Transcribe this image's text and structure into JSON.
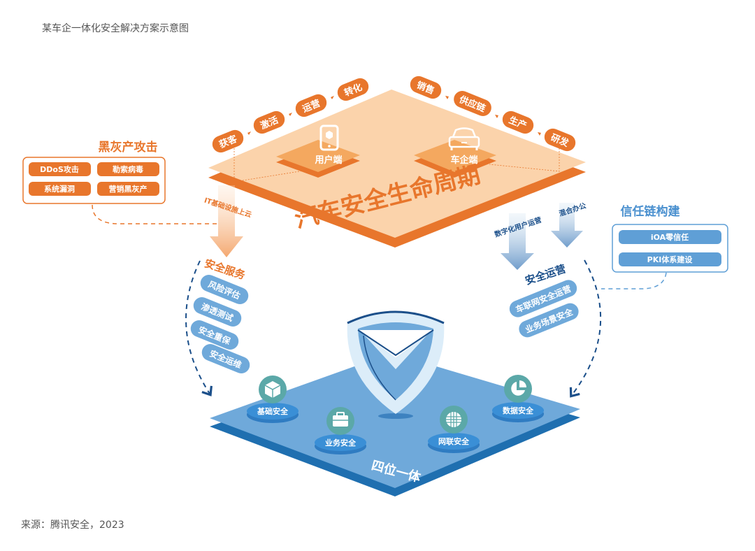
{
  "caption": "某车企一体化安全解决方案示意图",
  "source": "来源：腾讯安全，2023",
  "colors": {
    "orange_dark": "#e8762c",
    "orange_mid": "#f4a85f",
    "orange_light": "#fbd3ab",
    "blue_dark": "#1f6fb0",
    "blue_mid": "#5f9fd6",
    "blue_light": "#7fb3e0",
    "teal": "#5ba8a8",
    "navy": "#1b4f8a"
  },
  "lifecycle": {
    "title": "汽车安全生命周期",
    "user_end": {
      "label": "用户端",
      "icon": "phone-icon"
    },
    "car_end": {
      "label": "车企端",
      "icon": "car-icon"
    },
    "user_steps": [
      "获客",
      "激活",
      "运营",
      "转化"
    ],
    "car_steps": [
      "销售",
      "供应链",
      "生产",
      "研发"
    ]
  },
  "threats": {
    "title": "黑灰产攻击",
    "items": [
      "DDoS攻击",
      "勒索病毒",
      "系统漏洞",
      "营销黑灰产"
    ]
  },
  "trust": {
    "title": "信任链构建",
    "items": [
      "iOA零信任",
      "PKI体系建设"
    ]
  },
  "arrows": {
    "cloud": "IT基础设施上云",
    "digital_ops": "数字化用户运营",
    "hybrid_office": "混合办公"
  },
  "security_service": {
    "title": "安全服务",
    "items": [
      "风险评估",
      "渗透测试",
      "安全重保",
      "安全运维"
    ]
  },
  "security_ops": {
    "title": "安全运营",
    "items": [
      "车联网安全运营",
      "业务场景安全"
    ]
  },
  "platform": {
    "title": "四位一体",
    "nodes": [
      {
        "label": "基础安全",
        "icon": "cube-icon"
      },
      {
        "label": "业务安全",
        "icon": "briefcase-icon"
      },
      {
        "label": "网联安全",
        "icon": "globe-icon"
      },
      {
        "label": "数据安全",
        "icon": "pie-chart-icon"
      }
    ],
    "center_icon": "shield-icon"
  }
}
